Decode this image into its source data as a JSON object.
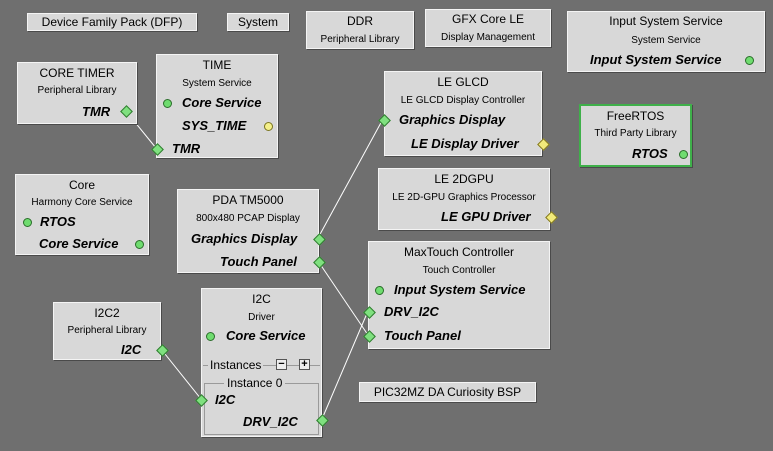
{
  "components": {
    "dfp": {
      "title": "Device Family Pack (DFP)"
    },
    "system": {
      "title": "System"
    },
    "ddr": {
      "title": "DDR",
      "subtitle": "Peripheral Library"
    },
    "gfx": {
      "title": "GFX Core LE",
      "subtitle": "Display Management"
    },
    "inputsys": {
      "title": "Input System Service",
      "subtitle": "System Service",
      "port": "Input System Service"
    },
    "coretimer": {
      "title": "CORE TIMER",
      "subtitle": "Peripheral Library",
      "port": "TMR"
    },
    "time": {
      "title": "TIME",
      "subtitle": "System Service",
      "ports": [
        "Core Service",
        "SYS_TIME",
        "TMR"
      ]
    },
    "glcd": {
      "title": "LE GLCD",
      "subtitle": "LE GLCD Display Controller",
      "ports": [
        "Graphics Display",
        "LE Display Driver"
      ]
    },
    "freertos": {
      "title": "FreeRTOS",
      "subtitle": "Third Party Library",
      "port": "RTOS"
    },
    "core": {
      "title": "Core",
      "subtitle": "Harmony Core Service",
      "ports": [
        "RTOS",
        "Core Service"
      ]
    },
    "pda": {
      "title": "PDA TM5000",
      "subtitle": "800x480 PCAP Display",
      "ports": [
        "Graphics Display",
        "Touch Panel"
      ]
    },
    "gpu": {
      "title": "LE 2DGPU",
      "subtitle": "LE 2D-GPU Graphics Processor",
      "port": "LE GPU Driver"
    },
    "maxtouch": {
      "title": "MaxTouch Controller",
      "subtitle": "Touch Controller",
      "ports": [
        "Input System Service",
        "DRV_I2C",
        "Touch Panel"
      ]
    },
    "i2c2": {
      "title": "I2C2",
      "subtitle": "Peripheral Library",
      "port": "I2C"
    },
    "i2c": {
      "title": "I2C",
      "subtitle": "Driver",
      "port": "Core Service",
      "instances_label": "Instances",
      "instance0_label": "Instance 0",
      "instance_ports": [
        "I2C",
        "DRV_I2C"
      ]
    },
    "bsp": {
      "title": "PIC32MZ DA Curiosity BSP"
    }
  },
  "colors": {
    "canvas": "#6f6f6f",
    "node": "#d8d8d8",
    "selected_border": "#3fb04a",
    "wire": "#ffffff"
  }
}
